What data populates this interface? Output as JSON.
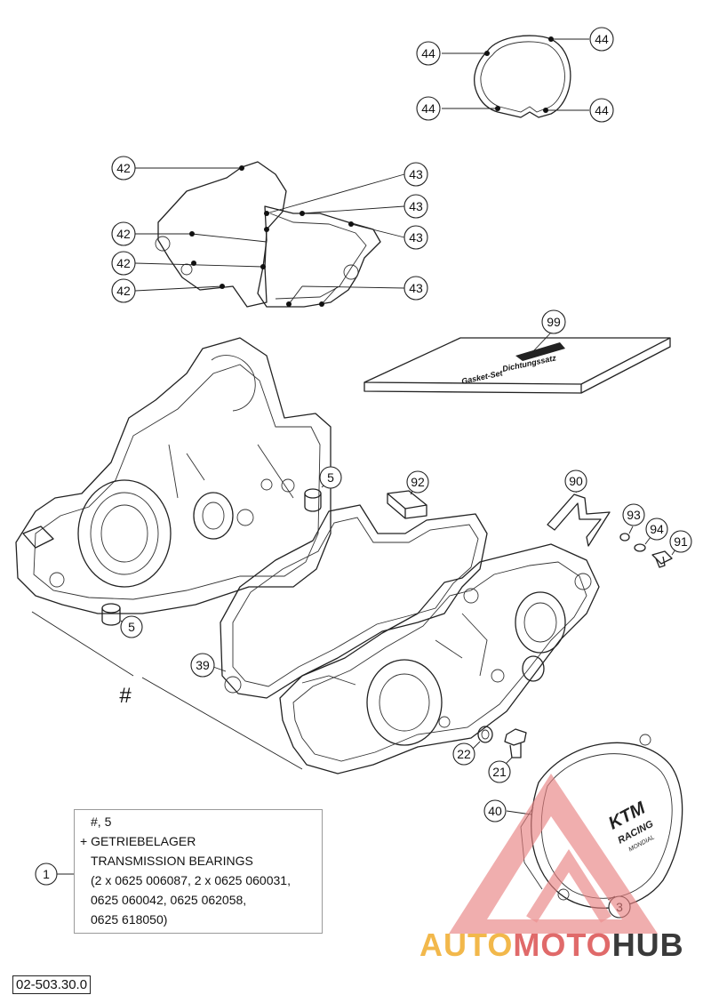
{
  "callouts": {
    "c44": "44",
    "c42": "42",
    "c43": "43",
    "c99": "99",
    "c5": "5",
    "c92": "92",
    "c90": "90",
    "c93": "93",
    "c94": "94",
    "c91": "91",
    "c39": "39",
    "c22": "22",
    "c21": "21",
    "c40": "40",
    "c3": "3",
    "c1": "1"
  },
  "hash_symbol": "#",
  "packet": {
    "line1": "Dichtungssatz",
    "line2": "Gasket-Set"
  },
  "cover_logo": {
    "brand": "KTM",
    "sub1": "RACING",
    "sub2": "MONDIAL"
  },
  "note": {
    "line1": "#, 5",
    "line2": "+ GETRIEBELAGER",
    "line3": "TRANSMISSION BEARINGS",
    "line4": "(2 x 0625 006087, 2 x 0625 060031,",
    "line5": "0625 060042, 0625 062058,",
    "line6": "0625 618050)"
  },
  "doc_number": "02-503.30.0",
  "watermark": {
    "part1": "AUTO",
    "part2": "MOTO",
    "part3": "HUB",
    "colors": {
      "part1": "#f2b84b",
      "part2": "#e06a6a",
      "part3": "#3a3a3a",
      "triangle": "#e88080"
    }
  }
}
